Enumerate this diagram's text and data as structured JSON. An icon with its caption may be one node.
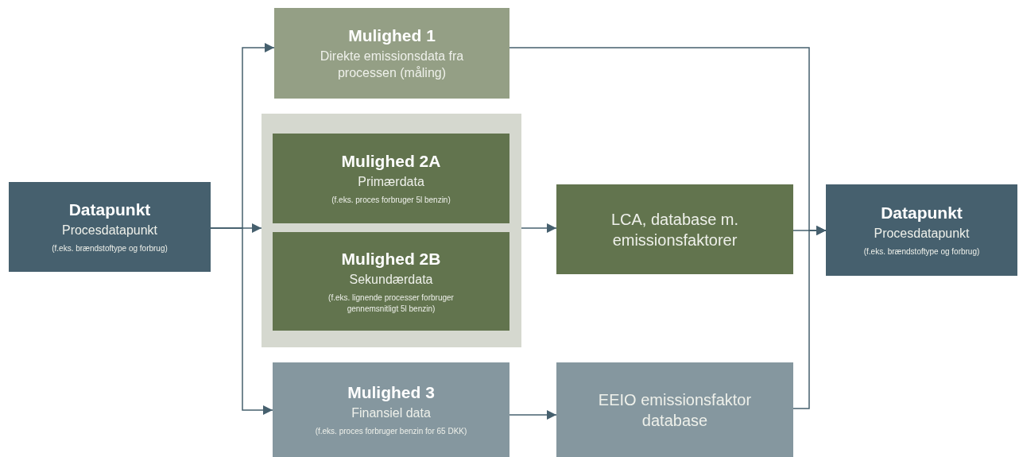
{
  "diagram": {
    "nodes": [
      {
        "text": [
          "Datapunkt",
          "Procesdatapunkt",
          "(f.eks. brændstoftype og forbrug)"
        ]
      },
      {
        "text": [
          "Mulighed 1",
          "Direkte emissionsdata fra processen (måling)"
        ]
      },
      {
        "text": [],
        "shape": "box"
      },
      {
        "text": [
          "Mulighed 2A",
          "Primærdata",
          "(f.eks. proces forbruger 5l benzin)"
        ],
        "in": 2
      },
      {
        "text": [
          "Mulighed 2B",
          "Sekundærdata",
          "(f.eks. lignende processer forbruger gennemsnitligt 5l benzin)"
        ],
        "in": 2
      },
      {
        "text": [
          "Mulighed 3",
          "Finansiel data",
          "(f.eks. proces forbruger benzin for 65 DKK)"
        ]
      },
      {
        "text": [
          "LCA, database m. emissionsfaktorer"
        ]
      },
      {
        "text": [
          "EEIO emissionsfaktor database"
        ]
      },
      {
        "text": [
          "Datapunkt",
          "Procesdatapunkt",
          "(f.eks. brændstoftype og forbrug)"
        ]
      }
    ],
    "edges": [
      {
        "from": 0,
        "to": 1,
        "arrow": "to"
      },
      {
        "from": 0,
        "to": 2,
        "arrow": "to"
      },
      {
        "from": 0,
        "to": 5,
        "arrow": "to"
      },
      {
        "from": 2,
        "to": 6,
        "arrow": "to"
      },
      {
        "from": 5,
        "to": 7,
        "arrow": "to"
      },
      {
        "from": 1,
        "to": 8,
        "arrow": "to"
      },
      {
        "from": 6,
        "to": 8,
        "arrow": "to"
      },
      {
        "from": 7,
        "to": 8,
        "arrow": "to"
      }
    ]
  }
}
